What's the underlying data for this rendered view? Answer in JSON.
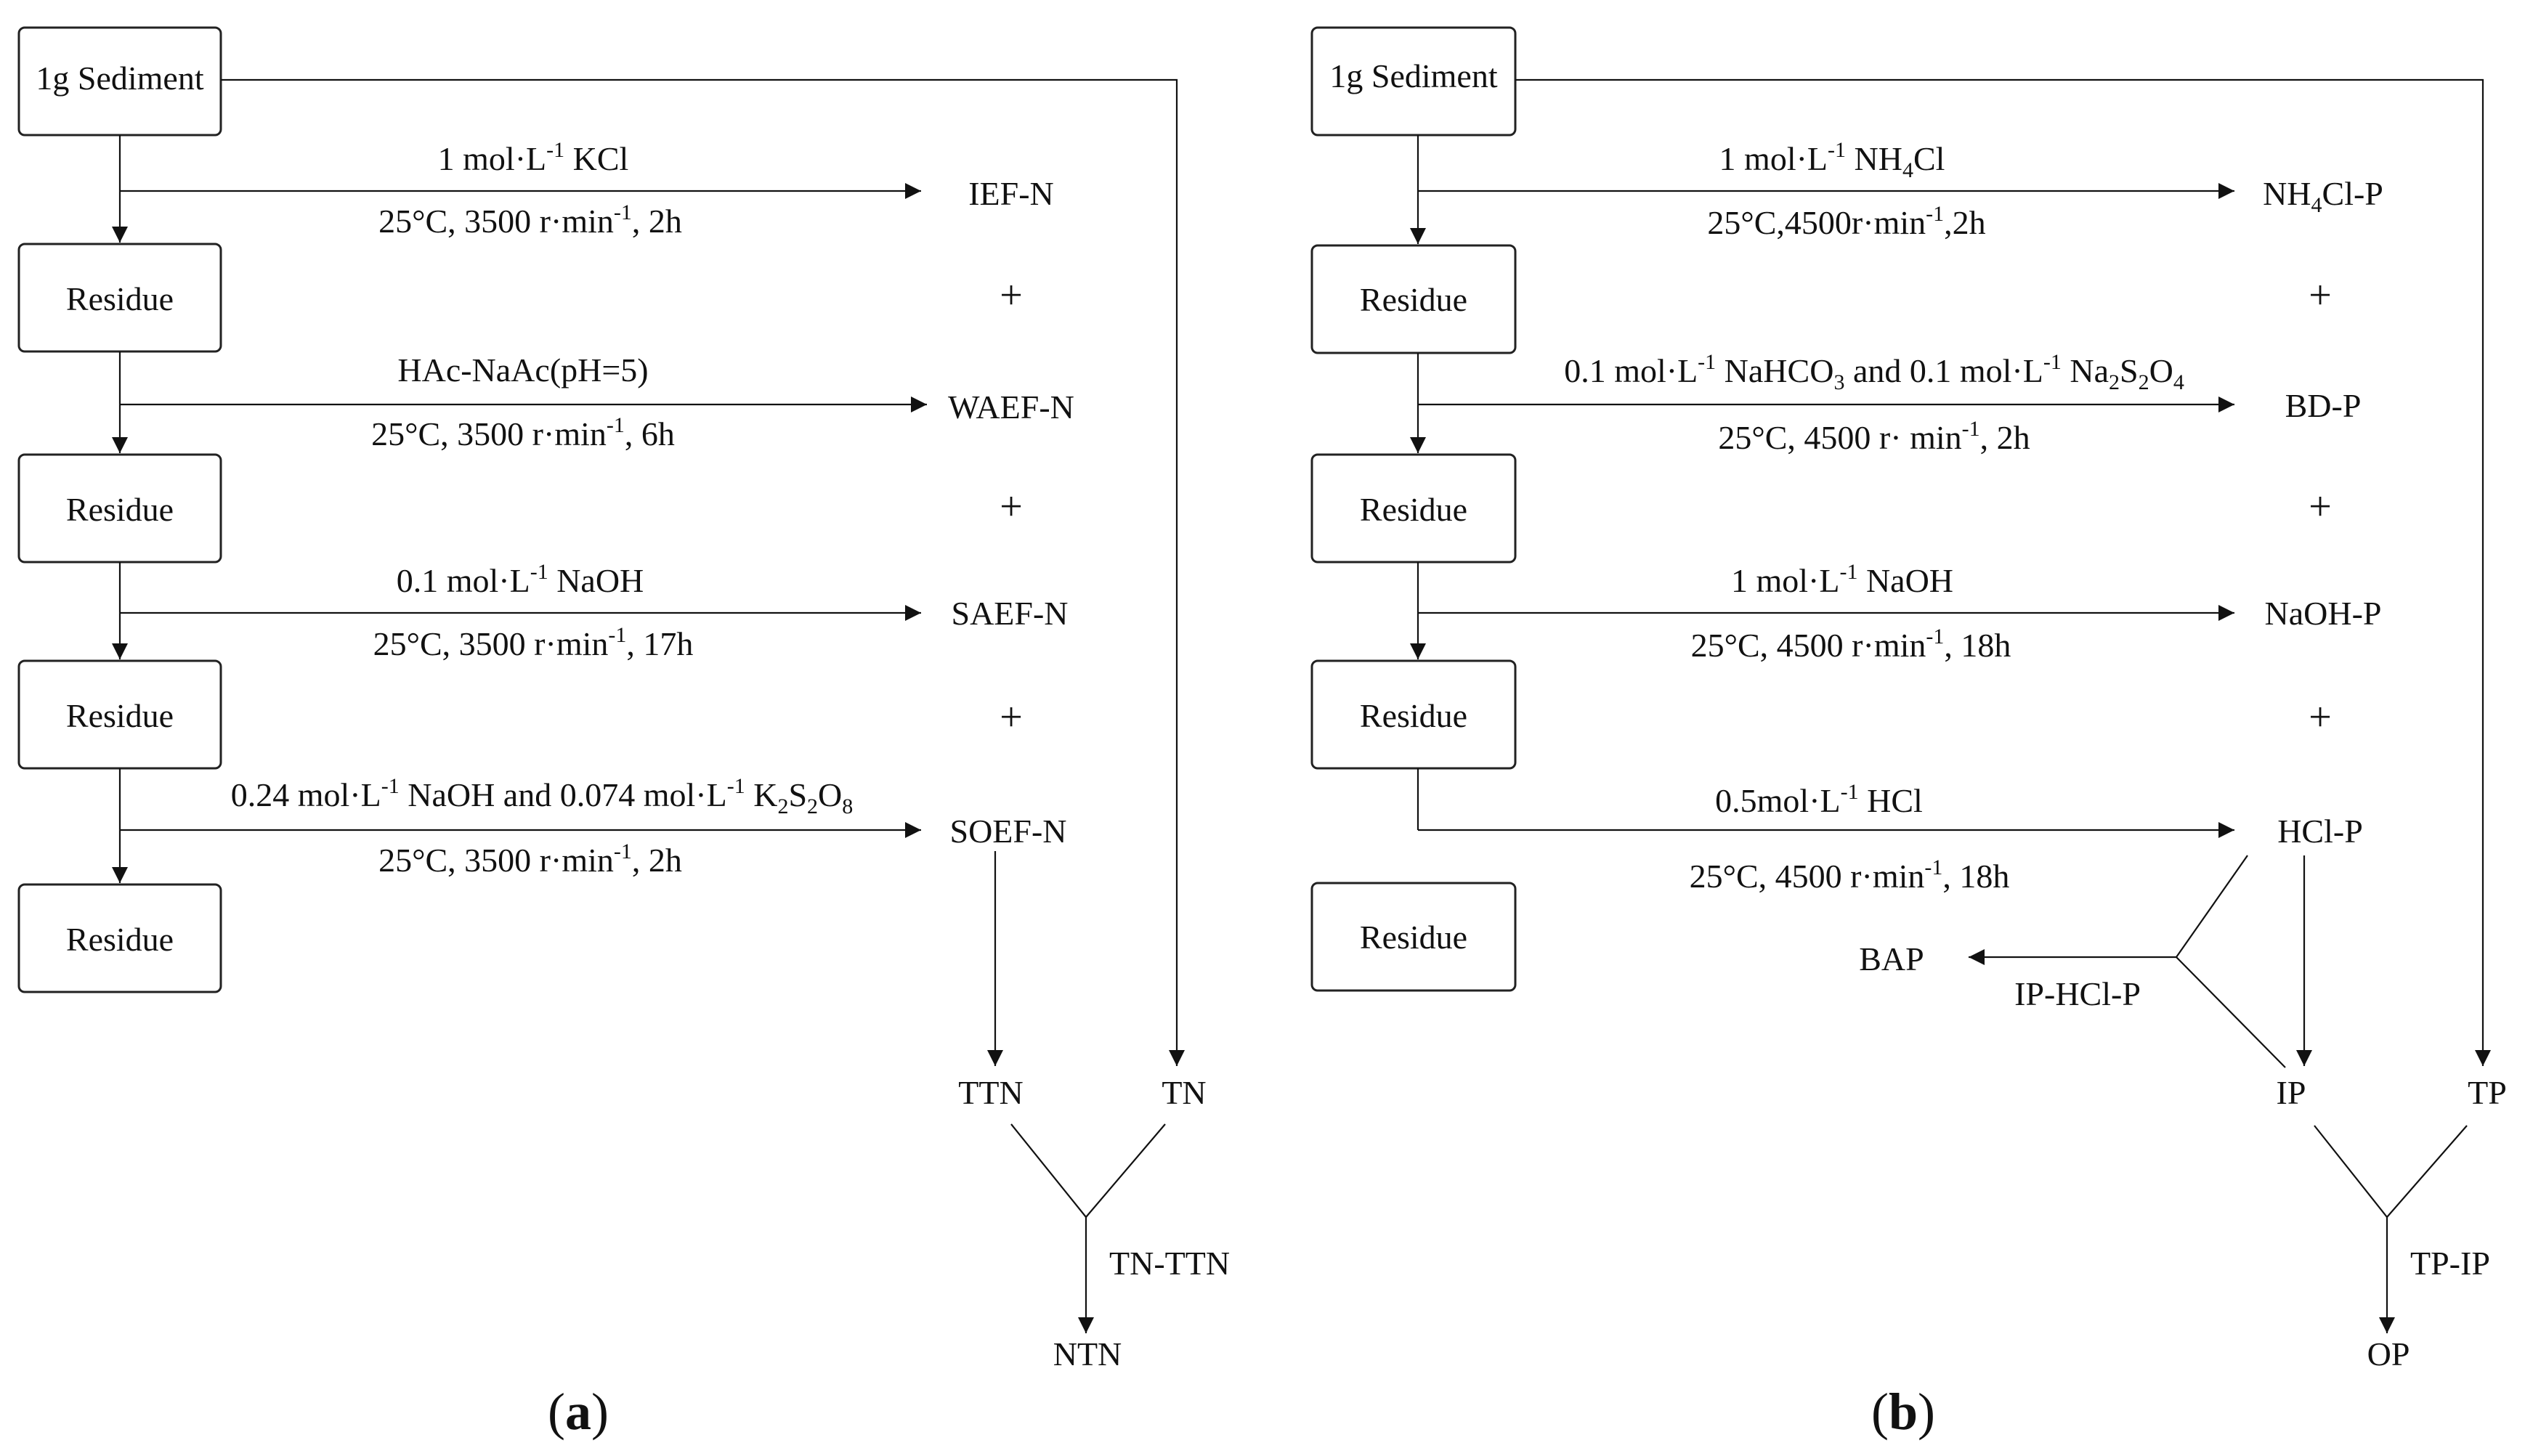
{
  "panel_a": {
    "sediment": "1g Sediment",
    "residue": "Residue",
    "plus": "+",
    "steps": [
      {
        "reagent": [
          {
            "t": "1 mol·L"
          },
          {
            "t": "-1",
            "s": "sup"
          },
          {
            "t": " KCl"
          }
        ],
        "condition": [
          {
            "t": "25°C, 3500 r·min"
          },
          {
            "t": "-1",
            "s": "sup"
          },
          {
            "t": ", 2h"
          }
        ],
        "product": "IEF-N"
      },
      {
        "reagent": [
          {
            "t": "HAc-NaAc(pH=5)"
          }
        ],
        "condition": [
          {
            "t": "25°C, 3500 r·min"
          },
          {
            "t": "-1",
            "s": "sup"
          },
          {
            "t": ", 6h"
          }
        ],
        "product": "WAEF-N"
      },
      {
        "reagent": [
          {
            "t": "0.1 mol·L"
          },
          {
            "t": "-1",
            "s": "sup"
          },
          {
            "t": " NaOH"
          }
        ],
        "condition": [
          {
            "t": "25°C, 3500  r·min"
          },
          {
            "t": "-1",
            "s": "sup"
          },
          {
            "t": ", 17h"
          }
        ],
        "product": "SAEF-N"
      },
      {
        "reagent": [
          {
            "t": "0.24 mol·L"
          },
          {
            "t": "-1",
            "s": "sup"
          },
          {
            "t": " NaOH and 0.074 mol·L"
          },
          {
            "t": "-1",
            "s": "sup"
          },
          {
            "t": " K"
          },
          {
            "t": "2",
            "s": "sub"
          },
          {
            "t": "S"
          },
          {
            "t": "2",
            "s": "sub"
          },
          {
            "t": "O"
          },
          {
            "t": "8",
            "s": "sub"
          }
        ],
        "condition": [
          {
            "t": "25°C, 3500 r·min"
          },
          {
            "t": "-1",
            "s": "sup"
          },
          {
            "t": ", 2h"
          }
        ],
        "product": "SOEF-N"
      }
    ],
    "ttn": "TTN",
    "tn": "TN",
    "diff": "TN-TTN",
    "result": "NTN",
    "caption": "a"
  },
  "panel_b": {
    "sediment": "1g Sediment",
    "residue": "Residue",
    "plus": "+",
    "steps": [
      {
        "reagent": [
          {
            "t": "1 mol·L"
          },
          {
            "t": "-1",
            "s": "sup"
          },
          {
            "t": " NH"
          },
          {
            "t": "4",
            "s": "sub"
          },
          {
            "t": "Cl"
          }
        ],
        "condition": [
          {
            "t": "25°C,4500r·min"
          },
          {
            "t": "-1",
            "s": "sup"
          },
          {
            "t": ",2h"
          }
        ],
        "product": [
          {
            "t": "NH"
          },
          {
            "t": "4",
            "s": "sub"
          },
          {
            "t": "Cl-P"
          }
        ]
      },
      {
        "reagent": [
          {
            "t": "0.1 mol·L"
          },
          {
            "t": "-1",
            "s": "sup"
          },
          {
            "t": " NaHCO"
          },
          {
            "t": "3",
            "s": "sub"
          },
          {
            "t": " and 0.1 mol·L"
          },
          {
            "t": "-1",
            "s": "sup"
          },
          {
            "t": " Na"
          },
          {
            "t": "2",
            "s": "sub"
          },
          {
            "t": "S"
          },
          {
            "t": "2",
            "s": "sub"
          },
          {
            "t": "O"
          },
          {
            "t": "4",
            "s": "sub"
          }
        ],
        "condition": [
          {
            "t": "25°C, 4500 r· min"
          },
          {
            "t": "-1",
            "s": "sup"
          },
          {
            "t": ", 2h"
          }
        ],
        "product": [
          {
            "t": "BD-P"
          }
        ]
      },
      {
        "reagent": [
          {
            "t": "1 mol·L"
          },
          {
            "t": "-1",
            "s": "sup"
          },
          {
            "t": " NaOH"
          }
        ],
        "condition": [
          {
            "t": "25°C, 4500 r·min"
          },
          {
            "t": "-1",
            "s": "sup"
          },
          {
            "t": ", 18h"
          }
        ],
        "product": [
          {
            "t": "NaOH-P"
          }
        ]
      },
      {
        "reagent": [
          {
            "t": "0.5mol·L"
          },
          {
            "t": "-1",
            "s": "sup"
          },
          {
            "t": " HCl"
          }
        ],
        "condition": [
          {
            "t": "25°C, 4500 r·min"
          },
          {
            "t": "-1",
            "s": "sup"
          },
          {
            "t": ", 18h"
          }
        ],
        "product": [
          {
            "t": "HCl-P"
          }
        ]
      }
    ],
    "bap": "BAP",
    "iphclp": "IP-HCl-P",
    "ip": "IP",
    "tp": "TP",
    "diff": "TP-IP",
    "result": "OP",
    "caption": "b"
  }
}
